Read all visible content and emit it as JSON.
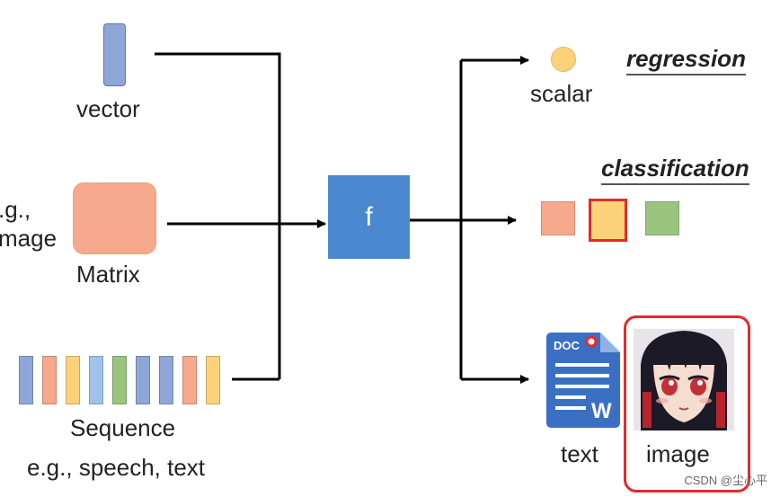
{
  "inputs": {
    "vector_label": "vector",
    "image_example_line1": ".g.,",
    "image_example_line2": "mage",
    "matrix_label": "Matrix",
    "sequence_label": "Sequence",
    "sequence_example": "e.g., speech, text",
    "sequence_colors": [
      "#8fa6d8",
      "#f6a98c",
      "#fbd27a",
      "#9fc3ea",
      "#9bc57e",
      "#8fa6d8",
      "#8fa6d8",
      "#f6a98c",
      "#fbd27a"
    ]
  },
  "function_label": "f",
  "outputs": {
    "regression_title": "regression",
    "scalar_label": "scalar",
    "classification_title": "classification",
    "class_colors": [
      "#f6a98c",
      "#fbd27a",
      "#9bc57e"
    ],
    "doc_icon_text": "DOC",
    "doc_icon_letter": "W",
    "text_label": "text",
    "image_label": "image"
  },
  "colors": {
    "function_box": "#4a89d0",
    "highlight": "#e52a2a",
    "arrow": "#000000"
  },
  "watermark": "CSDN @尘心平"
}
